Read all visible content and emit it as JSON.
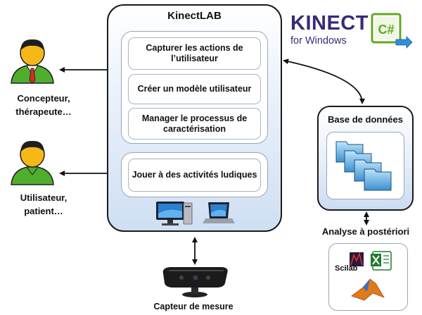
{
  "kinectlab": {
    "title": "KinectLAB",
    "activities": [
      "Capturer les actions de l’utilisateur",
      "Créer un modèle utilisateur",
      "Manager le processus de caractérisation",
      "Jouer à des activités ludiques"
    ]
  },
  "actors": {
    "concepteur": "Concepteur, thérapeute…",
    "utilisateur": "Utilisateur, patient…"
  },
  "database": {
    "title": "Base de données"
  },
  "analysis": {
    "title": "Analyse à postériori",
    "tools": [
      "Scilab-icon",
      "excel-icon",
      "matlab-icon"
    ]
  },
  "sensor": {
    "label": "Capteur de mesure"
  },
  "branding": {
    "kinect_word": "KINECT",
    "windows_word": "for Windows",
    "csharp_label": "C#"
  },
  "colors": {
    "box_border": "#1a1a1a",
    "box_gradient_end": "#cfdff3",
    "person_shirt": "#4fae2e",
    "person_tie": "#d42a2a",
    "person_skin": "#f5b818",
    "kinect_brand": "#3a2a78",
    "csharp_green": "#63a91f"
  }
}
